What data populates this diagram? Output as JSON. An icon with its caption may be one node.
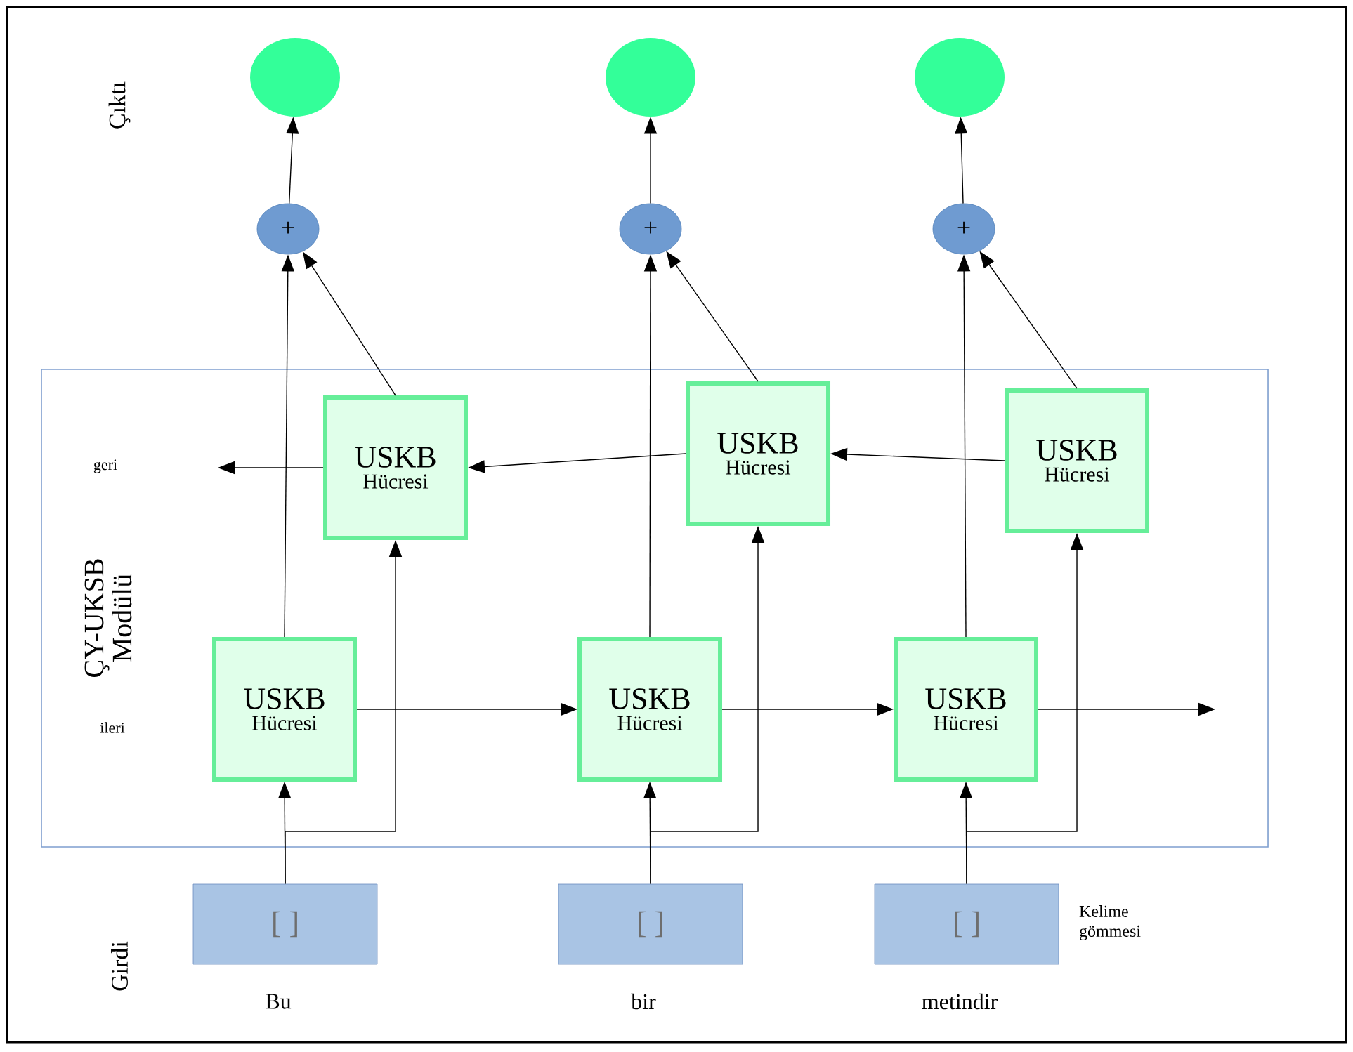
{
  "diagram": {
    "nodes": [
      {
        "text": [
          "ÇY-UKSB Modülü"
        ]
      },
      {
        "text": [
          "USKB",
          "Hücresi"
        ],
        "in": 0
      },
      {
        "text": [
          "USKB",
          "Hücresi"
        ],
        "in": 0
      },
      {
        "text": [
          "USKB",
          "Hücresi"
        ],
        "in": 0
      },
      {
        "text": [
          "USKB",
          "Hücresi"
        ],
        "in": 0
      },
      {
        "text": [
          "USKB",
          "Hücresi"
        ],
        "in": 0
      },
      {
        "text": [
          "USKB",
          "Hücresi"
        ],
        "in": 0
      },
      {
        "text": [
          "+"
        ]
      },
      {
        "text": [
          "+"
        ]
      },
      {
        "text": [
          "+"
        ]
      },
      {
        "text": [],
        "shape": "circle"
      },
      {
        "text": [],
        "shape": "circle"
      },
      {
        "text": [],
        "shape": "circle"
      },
      {
        "text": [
          "[ ]"
        ],
        "beside": [
          "Bu"
        ]
      },
      {
        "text": [
          "[ ]"
        ],
        "beside": [
          "bir"
        ]
      },
      {
        "text": [
          "[ ]"
        ],
        "beside": [
          "metindir"
        ]
      }
    ],
    "edges": [
      {
        "from": 13,
        "to": 1,
        "arrow": "to"
      },
      {
        "from": 13,
        "to": 4,
        "arrow": "to"
      },
      {
        "from": 14,
        "to": 2,
        "arrow": "to"
      },
      {
        "from": 14,
        "to": 5,
        "arrow": "to"
      },
      {
        "from": 15,
        "to": 3,
        "arrow": "to"
      },
      {
        "from": 15,
        "to": 6,
        "arrow": "to"
      },
      {
        "from": 1,
        "to": 2,
        "arrow": "to"
      },
      {
        "from": 2,
        "to": 3,
        "arrow": "to"
      },
      {
        "from": 3,
        "to": null,
        "arrow": "to"
      },
      {
        "from": 6,
        "to": 5,
        "arrow": "to"
      },
      {
        "from": 5,
        "to": 4,
        "arrow": "to"
      },
      {
        "from": 4,
        "to": null,
        "arrow": "to"
      },
      {
        "from": 1,
        "to": 7,
        "arrow": "to"
      },
      {
        "from": 4,
        "to": 7,
        "arrow": "to"
      },
      {
        "from": 2,
        "to": 8,
        "arrow": "to"
      },
      {
        "from": 5,
        "to": 8,
        "arrow": "to"
      },
      {
        "from": 3,
        "to": 9,
        "arrow": "to"
      },
      {
        "from": 6,
        "to": 9,
        "arrow": "to"
      },
      {
        "from": 7,
        "to": 10,
        "arrow": "to"
      },
      {
        "from": 8,
        "to": 11,
        "arrow": "to"
      },
      {
        "from": 9,
        "to": 12,
        "arrow": "to"
      }
    ],
    "labels": [
      "Çıktı",
      "geri",
      "ileri",
      "Girdi",
      "Kelime gömmesi"
    ]
  }
}
